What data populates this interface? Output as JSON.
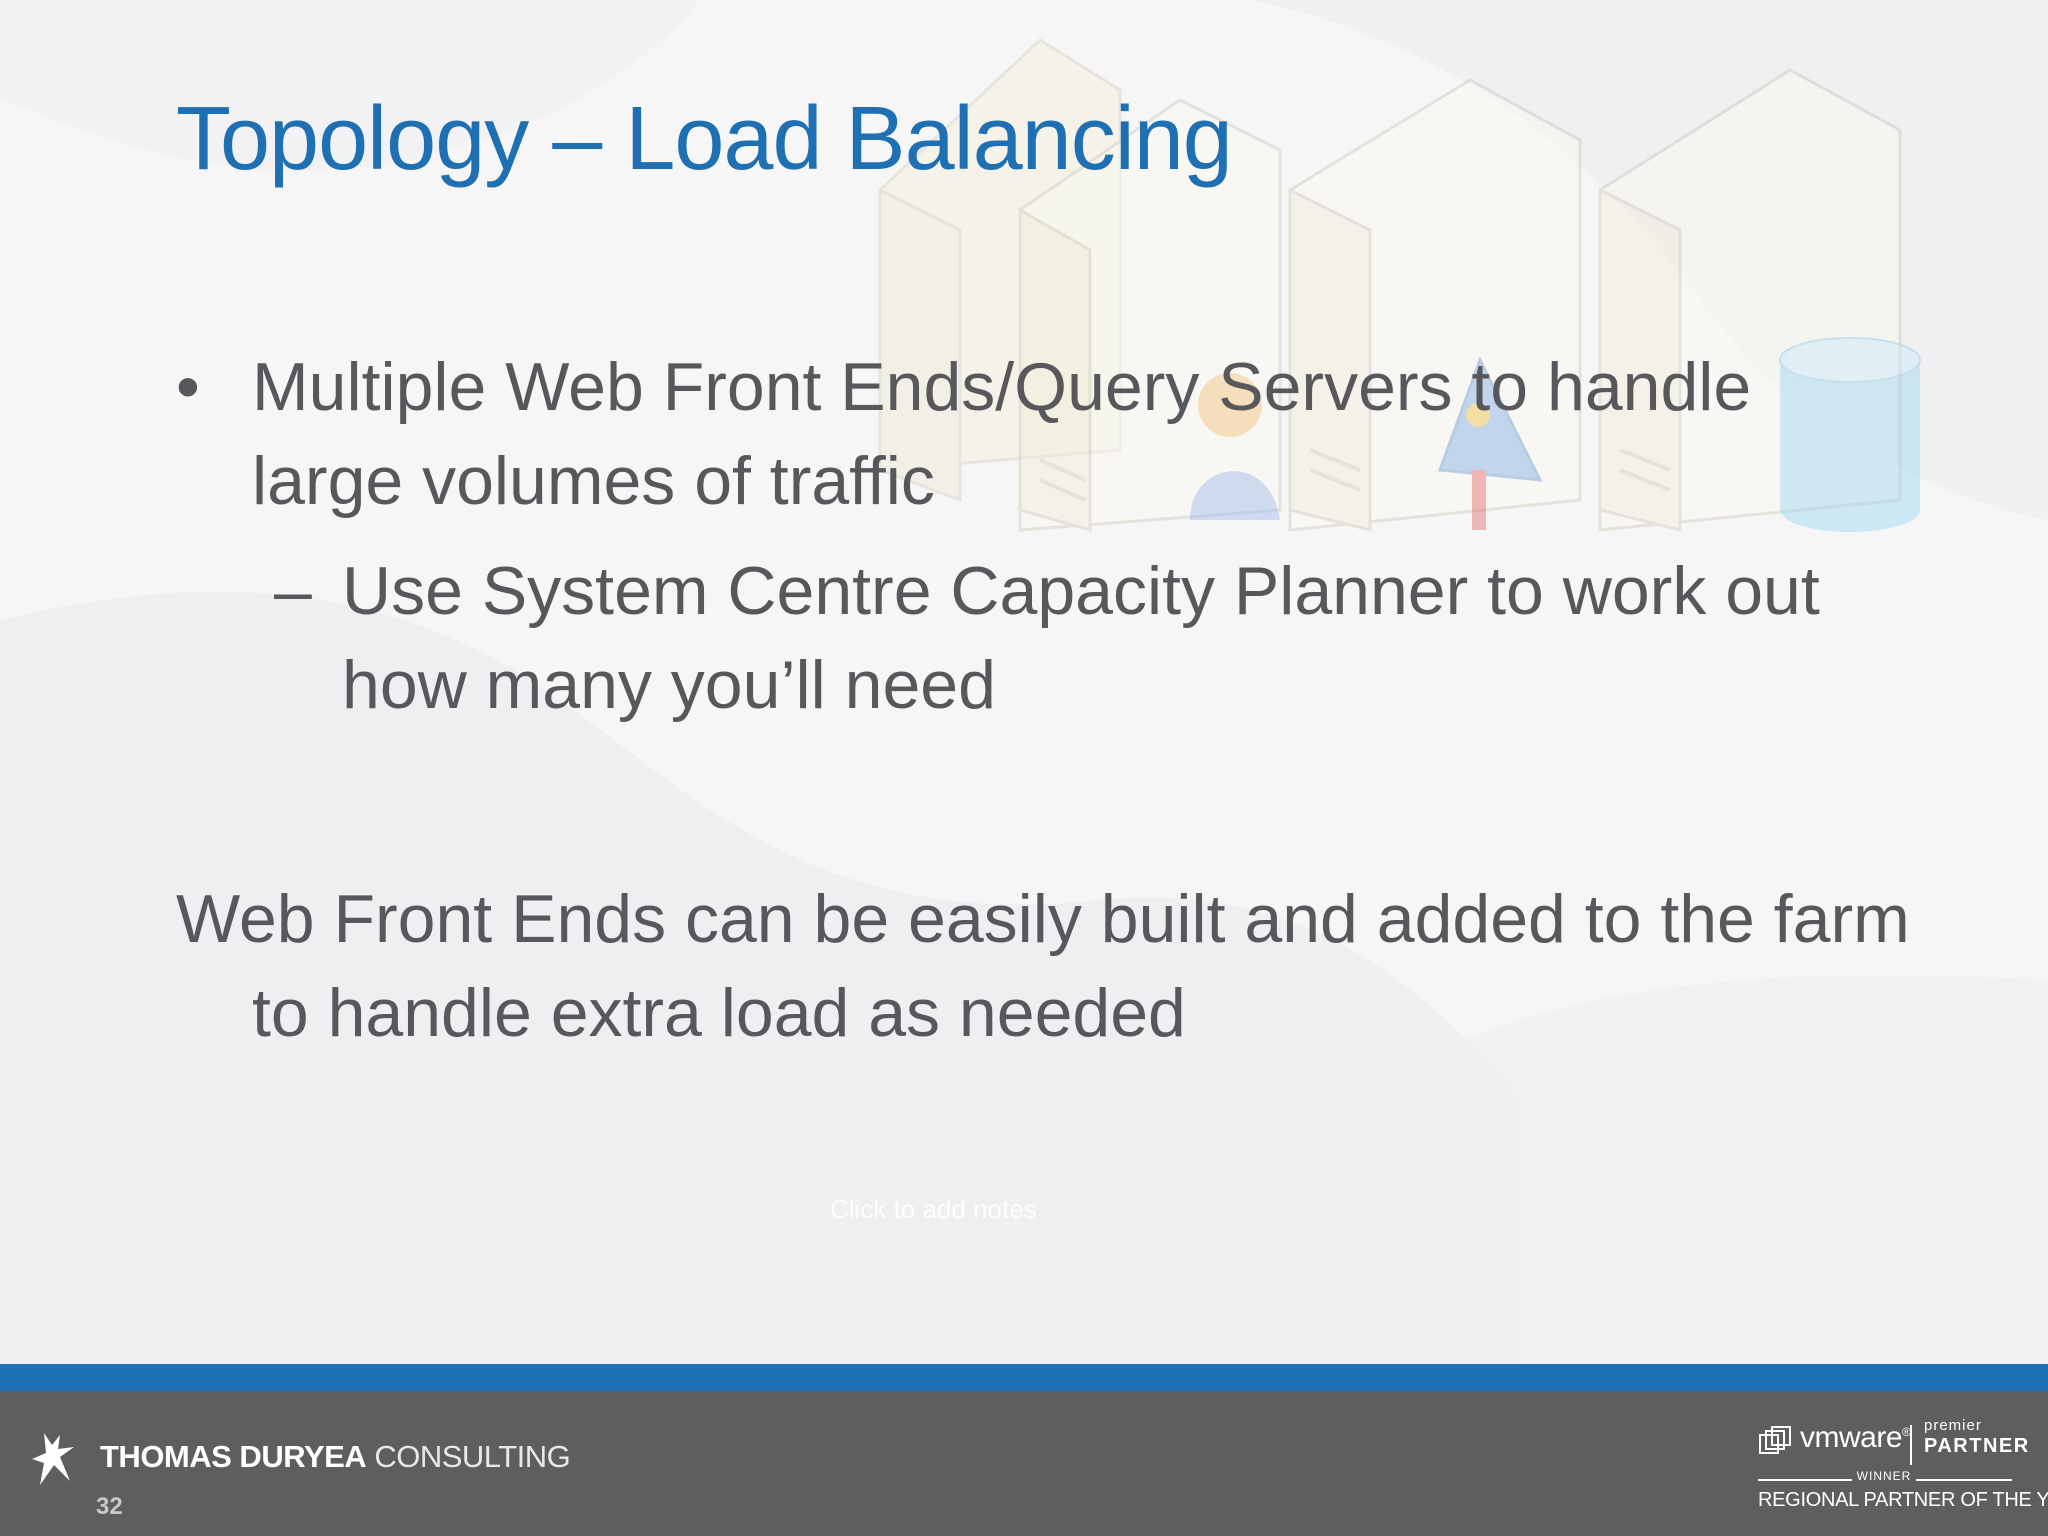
{
  "slide": {
    "title": "Topology – Load Balancing",
    "bullet": {
      "marker": "•",
      "text": "Multiple Web Front Ends/Query Servers to handle large volumes of traffic"
    },
    "sub_bullet": {
      "marker": "–",
      "text": "Use System Centre Capacity Planner to work out how many you’ll need"
    },
    "paragraph": "Web Front Ends can be easily built and added to the farm to handle extra load as needed",
    "faint_text": "Click to add notes"
  },
  "footer": {
    "brand_bold": "THOMAS DURYEA",
    "brand_light": "CONSULTING",
    "page_number": "32",
    "vmware": {
      "word": "vmware",
      "registered": "®",
      "premier": "premier",
      "partner": "PARTNER",
      "winner": "WINNER",
      "regional": "REGIONAL PARTNER OF THE YEAR"
    }
  },
  "colors": {
    "title": "#1f6fb3",
    "body_text": "#58575b",
    "footer_stripe": "#1f71b5",
    "footer_bg": "#5e5e5c"
  },
  "icons": [
    "server-icon",
    "user-icon",
    "tools-icon",
    "database-icon",
    "company-logo-icon",
    "vmware-logo-icon"
  ]
}
